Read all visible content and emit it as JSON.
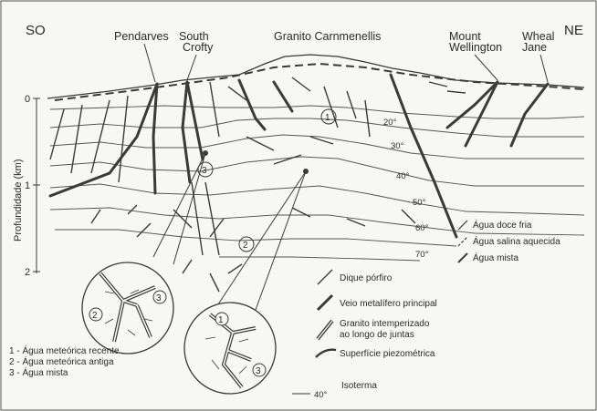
{
  "directions": {
    "west": "SO",
    "east": "NE"
  },
  "locations": {
    "pendarves": "Pendarves",
    "south_crofty_1": "South",
    "south_crofty_2": "Crofty",
    "granito": "Granito Carnmenellis",
    "mount_wellington_1": "Mount",
    "mount_wellington_2": "Wellington",
    "wheal_jane_1": "Wheal",
    "wheal_jane_2": "Jane"
  },
  "axis": {
    "label": "Profundidade (km)",
    "ticks": [
      "0",
      "1",
      "2"
    ]
  },
  "isotherms": [
    "20°",
    "30°",
    "40°",
    "50°",
    "60°",
    "70°"
  ],
  "markers": [
    "1",
    "3",
    "2"
  ],
  "inset_markers": {
    "left": [
      "2",
      "3"
    ],
    "right": [
      "1",
      "3"
    ]
  },
  "water_legend": [
    "Água doce fria",
    "Água salina aquecida",
    "Água mista"
  ],
  "water_types": [
    "1 - Água meteórica recente",
    "2 - Água meteórica antiga",
    "3 - Água mista"
  ],
  "legend": [
    {
      "label": "Dique pórfiro",
      "icon": "porphyry-dike"
    },
    {
      "label": "Veio metalífero principal",
      "icon": "main-metal-vein"
    },
    {
      "label": "Granito intemperizado",
      "label2": "ao longo de juntas",
      "icon": "weathered-granite"
    },
    {
      "label": "Superfície piezométrica",
      "icon": "piezometric-surface"
    },
    {
      "label": "Isoterma",
      "icon": "isotherm",
      "sample": "40°"
    }
  ],
  "colors": {
    "line": "#3a3a3a",
    "background": "#f7f7f5"
  }
}
